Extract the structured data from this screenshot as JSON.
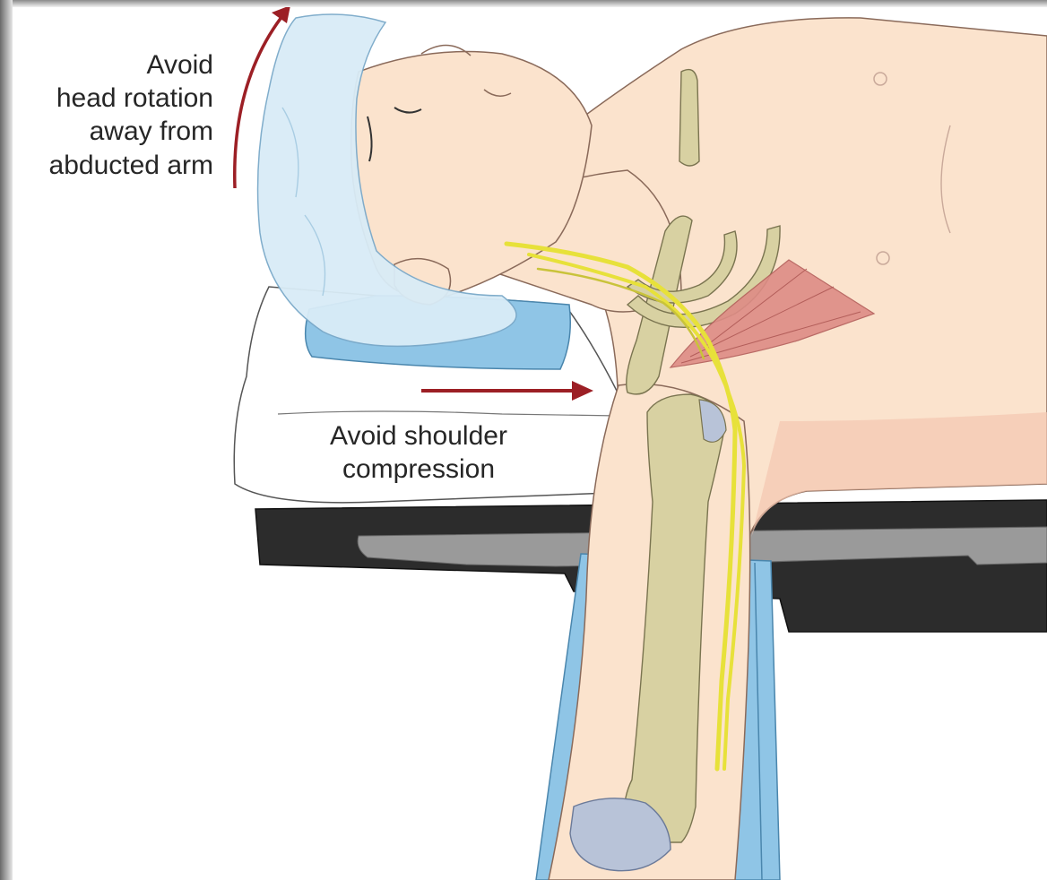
{
  "annotations": {
    "head_rotation": {
      "lines": [
        "Avoid",
        "head rotation",
        "away from",
        "abducted arm"
      ]
    },
    "shoulder_compression": {
      "lines": [
        "Avoid shoulder",
        "compression"
      ]
    }
  },
  "colors": {
    "skin": "#fbe3cd",
    "skin_shadow": "#f4c6b0",
    "bone": "#d8d1a2",
    "nerve": "#e7e13a",
    "muscle": "#de8c86",
    "cap": "#d9ecf7",
    "pad": "#8fc5e6",
    "table": "#2c2c2c",
    "table_rail": "#9a9a9a",
    "arrow": "#9c1f25",
    "text": "#262626"
  }
}
